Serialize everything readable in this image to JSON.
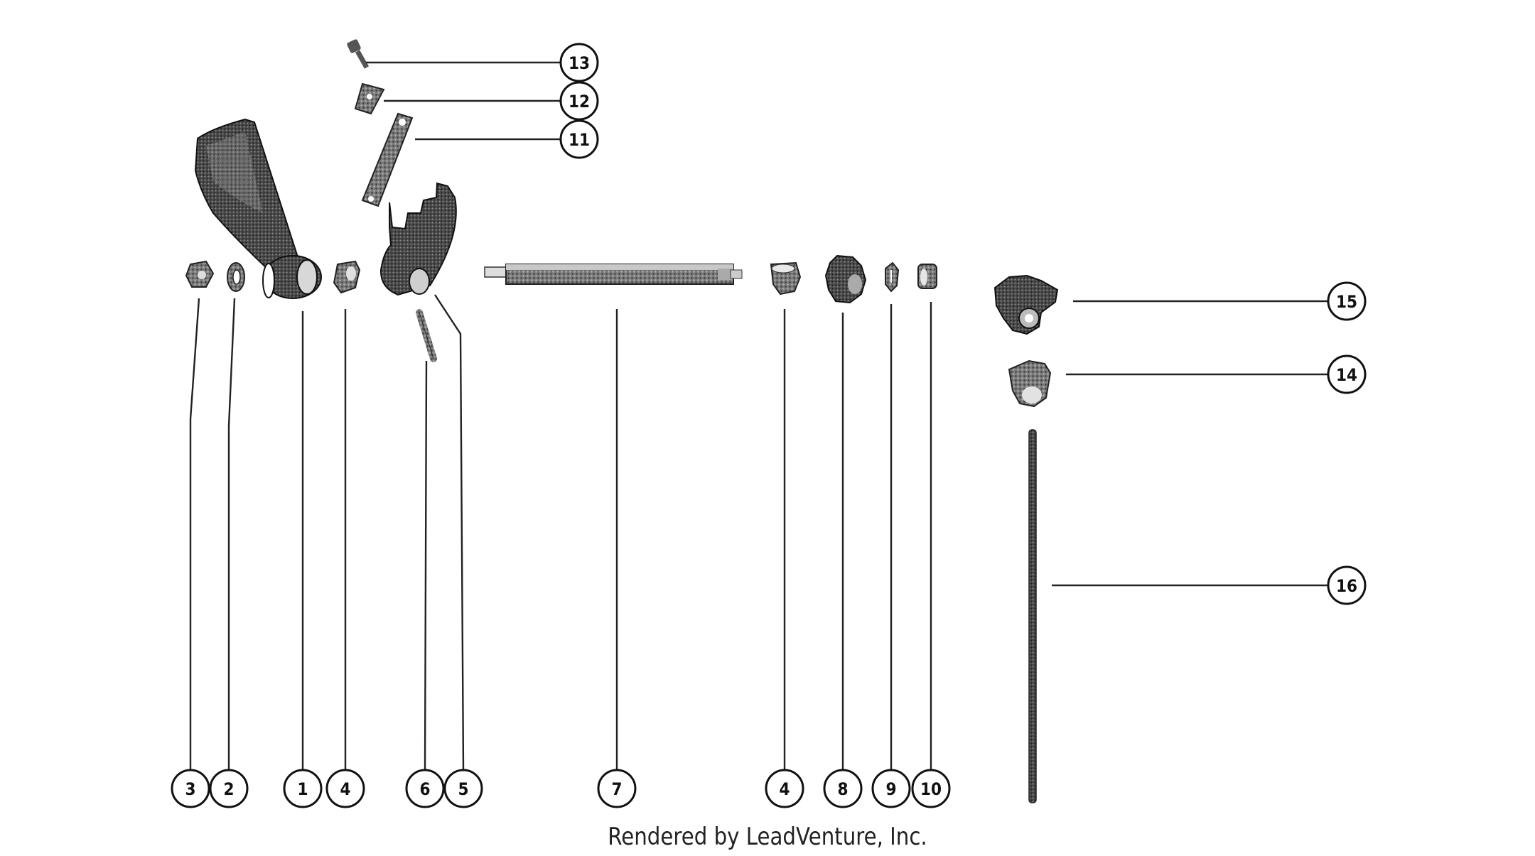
{
  "diagram": {
    "callouts": {
      "c1": "1",
      "c2": "2",
      "c3": "3",
      "c4a": "4",
      "c4b": "4",
      "c5": "5",
      "c6": "6",
      "c7": "7",
      "c8": "8",
      "c9": "9",
      "c10": "10",
      "c11": "11",
      "c12": "12",
      "c13": "13",
      "c14": "14",
      "c15": "15",
      "c16": "16"
    }
  },
  "footer": {
    "text": "Rendered by LeadVenture, Inc."
  }
}
